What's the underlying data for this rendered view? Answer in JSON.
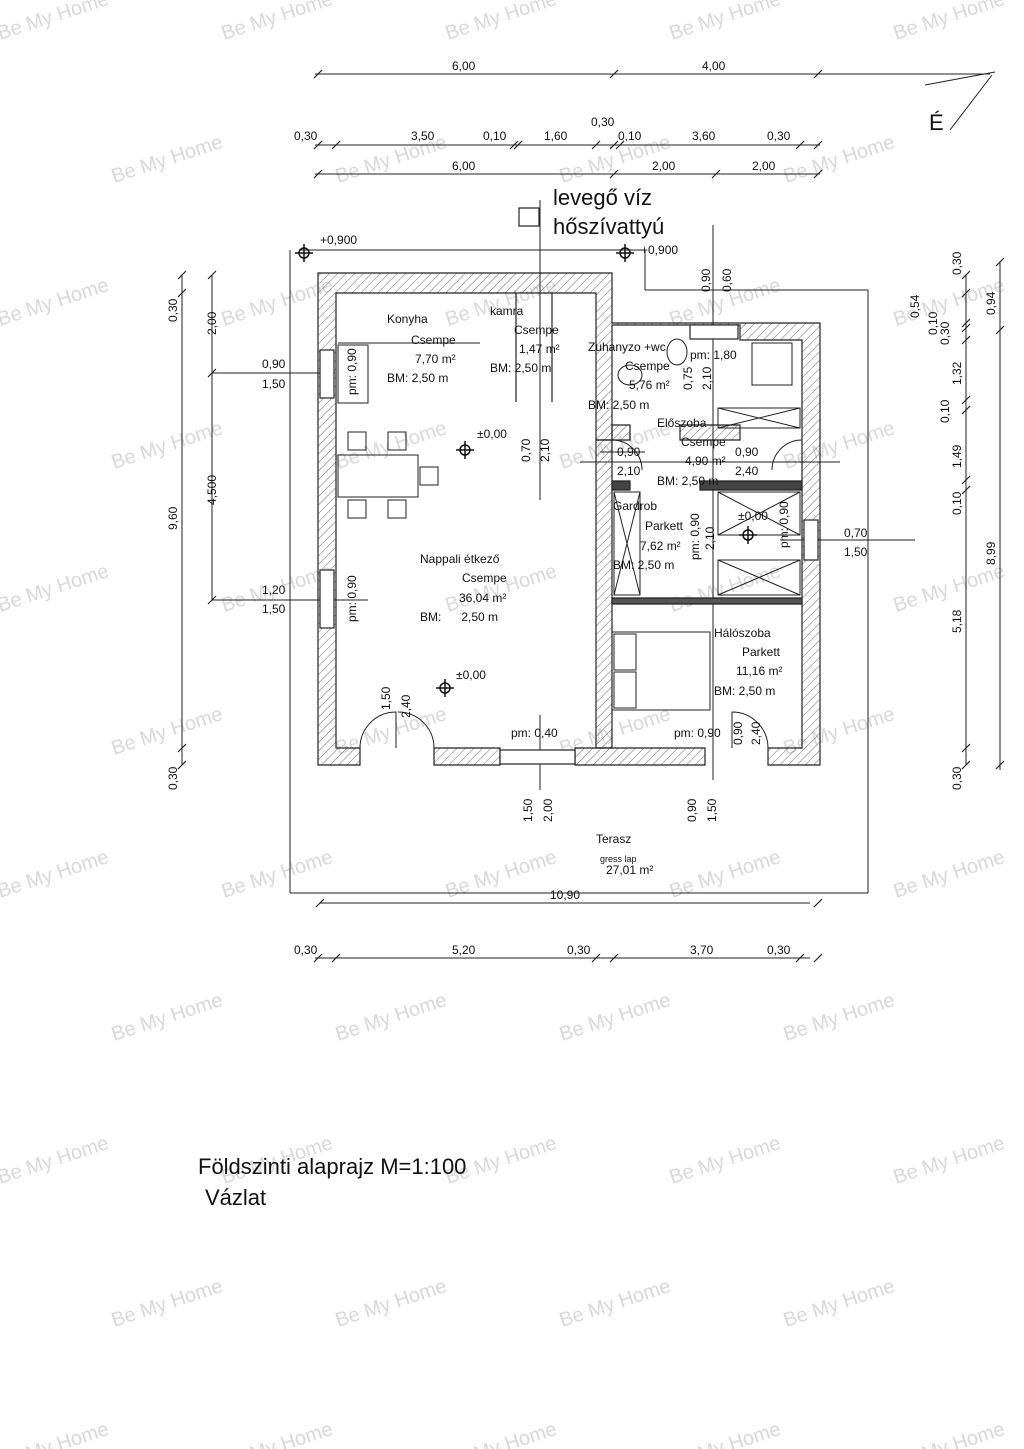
{
  "north": "É",
  "watermark": "Be My Home",
  "heatpump": {
    "line1": "levegő víz",
    "line2": "hőszívattyú"
  },
  "levels": {
    "a": "+0,900",
    "b": "+0,900",
    "c": "±0,00",
    "d": "±0,00",
    "e": "±0,00"
  },
  "dims_top1": [
    "6,00",
    "4,00"
  ],
  "dims_top2": [
    "0,30",
    "3,50",
    "0,10",
    "1,60",
    "0,30",
    "0,10",
    "3,60",
    "0,30"
  ],
  "dims_top3": [
    "6,00",
    "2,00",
    "2,00"
  ],
  "dims_bottom1": "10,90",
  "dims_bottom2": [
    "0,30",
    "5,20",
    "0,30",
    "3,70",
    "0,30"
  ],
  "dims_left_outer": [
    "0,30",
    "9,60",
    "0,30"
  ],
  "dims_left_inner": [
    "2,00",
    "4,500"
  ],
  "dims_right_inner": [
    "0,30",
    "0,54",
    "0,10",
    "0,30",
    "1,32",
    "0,10",
    "1,49",
    "0,10",
    "5,18",
    "0,30"
  ],
  "dims_right_outer": [
    "0,94",
    "8,99"
  ],
  "windows": {
    "w1": [
      "0,90",
      "1,50"
    ],
    "w2": [
      "1,20",
      "1,50"
    ],
    "w3": [
      "0,70",
      "1,50"
    ],
    "d1": [
      "1,50",
      "2,40"
    ],
    "d2": [
      "1,50",
      "2,00"
    ],
    "d3": [
      "0,90",
      "1,50"
    ],
    "w4": [
      "0,90",
      "0,60"
    ],
    "d4": [
      "0,70",
      "2,10"
    ],
    "d5": [
      "0,75",
      "2,10"
    ],
    "d6": [
      "0,90",
      "2,10"
    ],
    "d7": [
      "0,90",
      "2,40"
    ],
    "d8": [
      "0,90",
      "2,10"
    ],
    "d9": [
      "0,90",
      "2,40"
    ]
  },
  "pm": {
    "kitchen": "pm: 0,90",
    "living": "pm: 0,90",
    "bath": "pm: 1,80",
    "wardrobe": "pm: 0,90",
    "bed_s": "pm: 0,90",
    "south1": "pm: 0,40",
    "south2": "pm: 0,90"
  },
  "rooms": {
    "konyha": {
      "name": "Konyha",
      "floor": "Csempe",
      "area": "7,70 m²",
      "bm": "BM: 2,50 m"
    },
    "kamra": {
      "name": "kamra",
      "floor": "Csempe",
      "area": "1,47 m²",
      "bm": "BM: 2,50 m"
    },
    "zuhanyzo": {
      "name": "Zuhanyzo +wc",
      "floor": "Csempe",
      "area": "5,76 m²",
      "bm": "BM: 2,50 m"
    },
    "eloszoba": {
      "name": "Előszoba",
      "floor": "Csempe",
      "area": "4,90 m²",
      "bm": "BM: 2,50 m"
    },
    "gardrob": {
      "name": "Gardrob",
      "floor": "Parkett",
      "area": "7,62 m²",
      "bm": "BM: 2,50 m"
    },
    "nappali": {
      "name": "Nappali étkező",
      "floor": "Csempe",
      "area": "36,04 m²",
      "bm": "BM:      2,50 m"
    },
    "haloszoba": {
      "name": "Hálószoba",
      "floor": "Parkett",
      "area": "11,16 m²",
      "bm": "BM: 2,50 m"
    },
    "terasz": {
      "name": "Terasz",
      "floor": "gress lap",
      "area": "27,01 m²"
    }
  },
  "title": {
    "line1": "Földszinti alaprajz M=1:100",
    "line2": "Vázlat"
  }
}
